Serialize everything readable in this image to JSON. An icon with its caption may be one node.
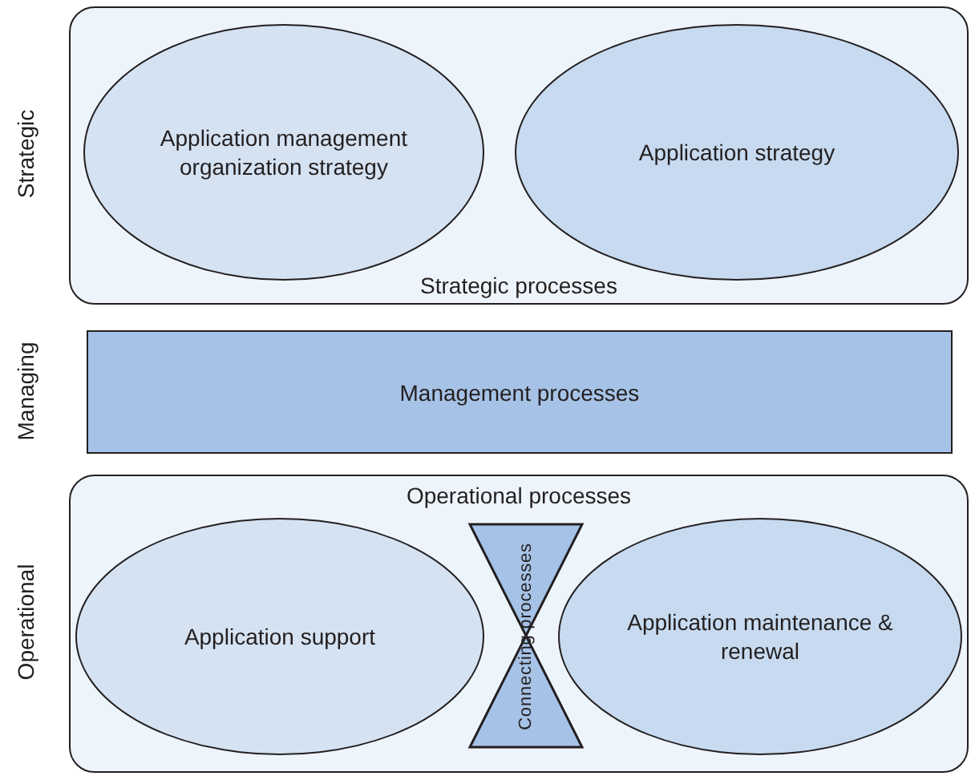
{
  "diagram": {
    "nodes": [
      {
        "text": [
          "Strategic processes"
        ]
      },
      {
        "text": [
          "Application management organization strategy"
        ],
        "in": 0
      },
      {
        "text": [
          "Application strategy"
        ],
        "in": 0
      },
      {
        "text": [
          "Management processes"
        ]
      },
      {
        "text": [
          "Operational processes"
        ]
      },
      {
        "text": [
          "Application support"
        ],
        "in": 4
      },
      {
        "text": [
          "Connecting processes"
        ],
        "in": 4
      },
      {
        "text": [
          "Application maintenance & renewal"
        ],
        "in": 4
      }
    ],
    "labels": [
      "Strategic",
      "Managing",
      "Operational"
    ]
  }
}
